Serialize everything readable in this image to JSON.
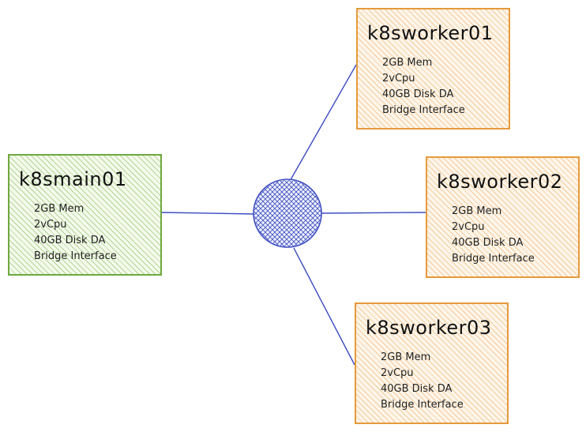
{
  "colors": {
    "main_border": "#6fa83f",
    "worker_border": "#e59a3c",
    "link": "#3b4cc0",
    "hub": "#3b4cc0"
  },
  "nodes": {
    "main": {
      "title": "k8smain01",
      "specs": [
        "2GB Mem",
        "2vCpu",
        "40GB Disk DA",
        "Bridge Interface"
      ]
    },
    "worker1": {
      "title": "k8sworker01",
      "specs": [
        "2GB Mem",
        "2vCpu",
        "40GB Disk DA",
        "Bridge Interface"
      ]
    },
    "worker2": {
      "title": "k8sworker02",
      "specs": [
        "2GB Mem",
        "2vCpu",
        "40GB Disk DA",
        "Bridge Interface"
      ]
    },
    "worker3": {
      "title": "k8sworker03",
      "specs": [
        "2GB Mem",
        "2vCpu",
        "40GB Disk DA",
        "Bridge Interface"
      ]
    }
  }
}
